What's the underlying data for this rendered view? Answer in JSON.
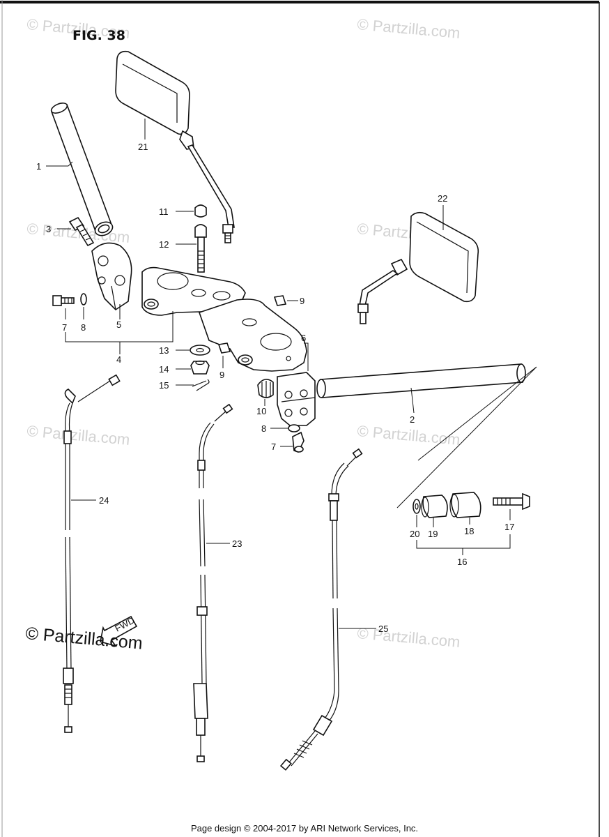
{
  "figure_title": "FIG. 38",
  "watermark_text": "© Partzilla.com",
  "brand_text": "© Partzilla.com",
  "fwd_label": "FWD",
  "footer_text": "Page design © 2004-2017 by ARI Network Services, Inc.",
  "callouts": [
    "1",
    "2",
    "3",
    "4",
    "5",
    "6",
    "7",
    "7",
    "8",
    "8",
    "9",
    "9",
    "10",
    "11",
    "12",
    "13",
    "14",
    "15",
    "16",
    "17",
    "18",
    "19",
    "20",
    "21",
    "22",
    "23",
    "24",
    "25"
  ],
  "colors": {
    "line": "#111111",
    "watermark": "#d2d2d2",
    "background": "#ffffff"
  }
}
